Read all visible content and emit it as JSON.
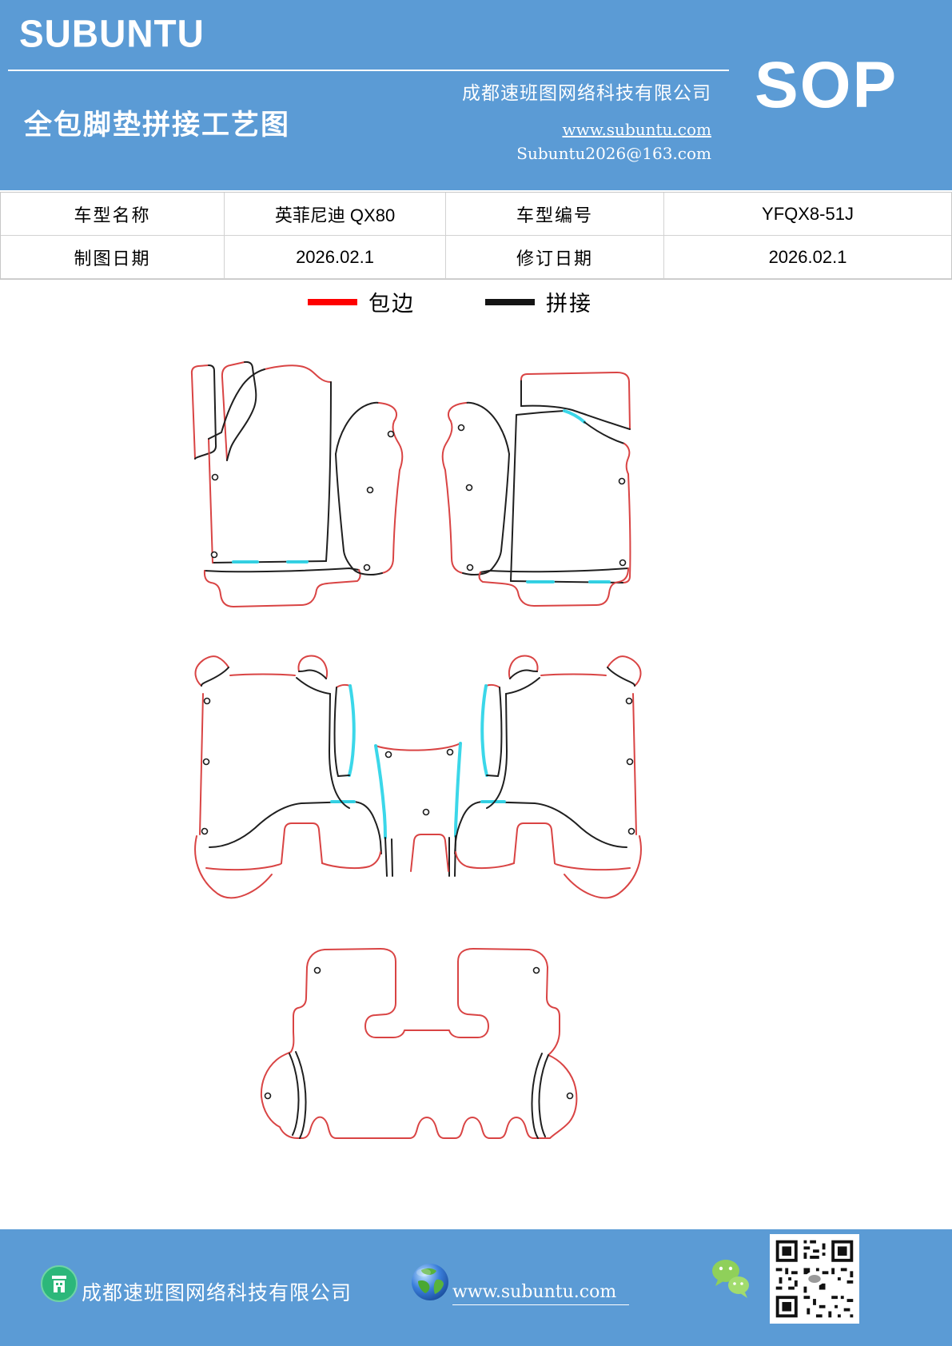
{
  "page": {
    "bg": "#ffffff",
    "accent_blue": "#5b9bd5"
  },
  "header": {
    "brand": "SUBUNTU",
    "title": "全包脚垫拼接工艺图",
    "company": "成都速班图网络科技有限公司",
    "website": "www.subuntu.com",
    "email": "Subuntu2026@163.com",
    "sop": "SOP"
  },
  "info_table": {
    "rows": [
      [
        "车型名称",
        "英菲尼迪 QX80",
        "车型编号",
        "YFQX8-51J"
      ],
      [
        "制图日期",
        "2026.02.1",
        "修订日期",
        "2026.02.1"
      ]
    ]
  },
  "legend": {
    "items": [
      {
        "label": "包边",
        "color": "#fe0000"
      },
      {
        "label": "拼接",
        "color": "#141414"
      }
    ]
  },
  "diagram": {
    "line_red": "#d94444",
    "line_black": "#1f1f1f",
    "line_cyan": "#30d5e8",
    "groups": [
      "front-row-mats",
      "second-row-mats",
      "cargo-area-mat"
    ]
  },
  "footer": {
    "company": "成都速班图网络科技有限公司",
    "website": "www.subuntu.com"
  }
}
